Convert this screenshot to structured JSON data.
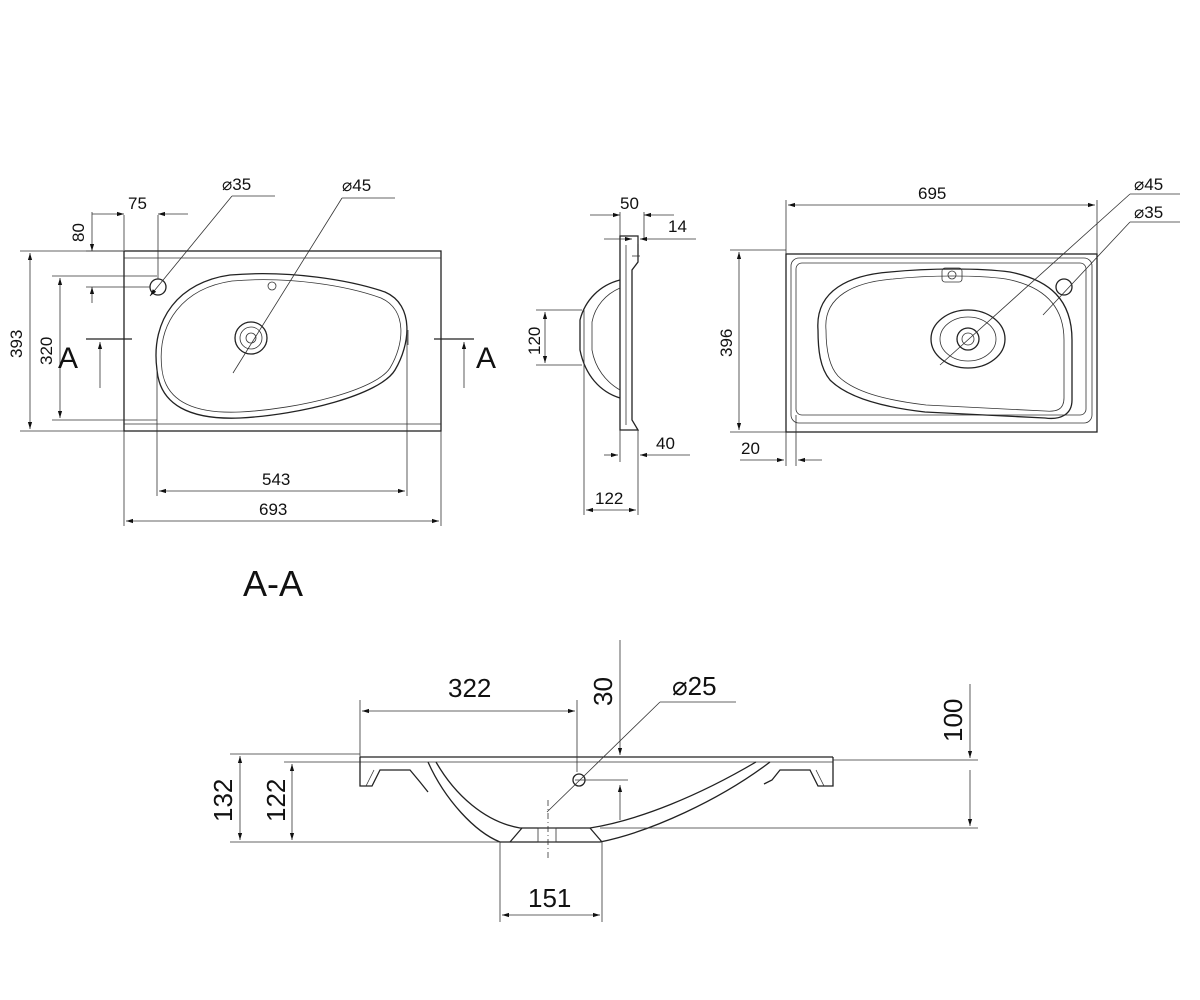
{
  "diameter_symbol": "⌀",
  "top_view": {
    "dim_75": "75",
    "dim_80": "80",
    "dim_393": "393",
    "dim_320": "320",
    "dim_543": "543",
    "dim_693": "693",
    "dia_35": "35",
    "dia_45": "45",
    "section_left": "A",
    "section_right": "A"
  },
  "side_view": {
    "dim_50": "50",
    "dim_14": "14",
    "dim_120": "120",
    "dim_40": "40",
    "dim_122": "122"
  },
  "bottom_view": {
    "dim_695": "695",
    "dim_396": "396",
    "dim_20": "20",
    "dia_45": "45",
    "dia_35": "35"
  },
  "section": {
    "title": "A-A",
    "dim_322": "322",
    "dim_30": "30",
    "dia_25": "25",
    "dim_100": "100",
    "dim_132": "132",
    "dim_122": "122",
    "dim_151": "151"
  }
}
